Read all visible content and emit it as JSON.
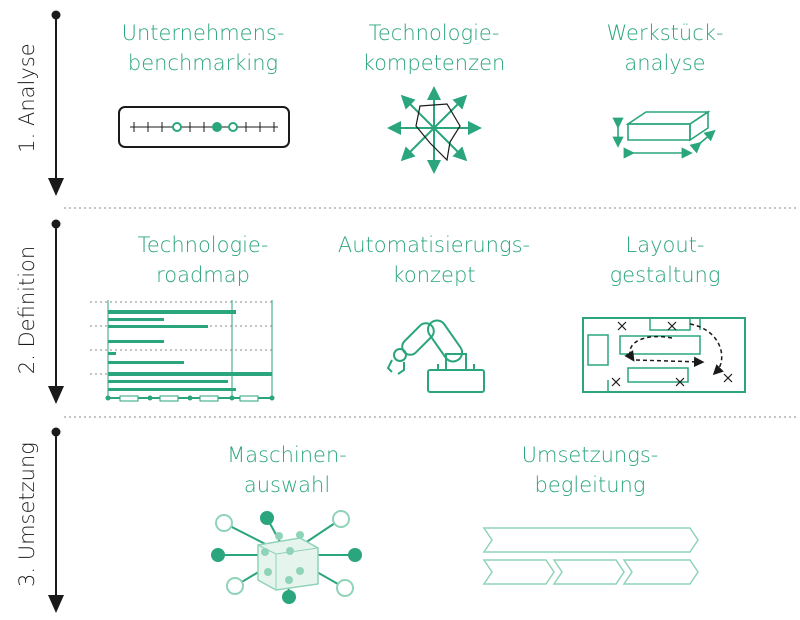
{
  "colors": {
    "accent": "#2aa57d",
    "accent_light": "#8fd3b8",
    "line": "#1a1a1a",
    "divider": "#8a8a8a"
  },
  "phases": [
    {
      "label": "1. Analyse",
      "items": [
        {
          "line1": "Unternehmens-",
          "line2": "benchmarking",
          "icon": "benchmark-scale-icon"
        },
        {
          "line1": "Technologie-",
          "line2": "kompetenzen",
          "icon": "radar-star-icon"
        },
        {
          "line1": "Werkstück-",
          "line2": "analyse",
          "icon": "workpiece-box-icon"
        }
      ]
    },
    {
      "label": "2. Definition",
      "items": [
        {
          "line1": "Technologie-",
          "line2": "roadmap",
          "icon": "roadmap-bars-icon"
        },
        {
          "line1": "Automatisierungs-",
          "line2": "konzept",
          "icon": "robot-arm-icon"
        },
        {
          "line1": "Layout-",
          "line2": "gestaltung",
          "icon": "floor-layout-icon"
        }
      ]
    },
    {
      "label": "3. Umsetzung",
      "items": [
        {
          "line1": "Maschinen-",
          "line2": "auswahl",
          "icon": "machine-network-icon"
        },
        {
          "line1": "Umsetzungs-",
          "line2": "begleitung",
          "icon": "process-chevrons-icon"
        }
      ]
    }
  ]
}
